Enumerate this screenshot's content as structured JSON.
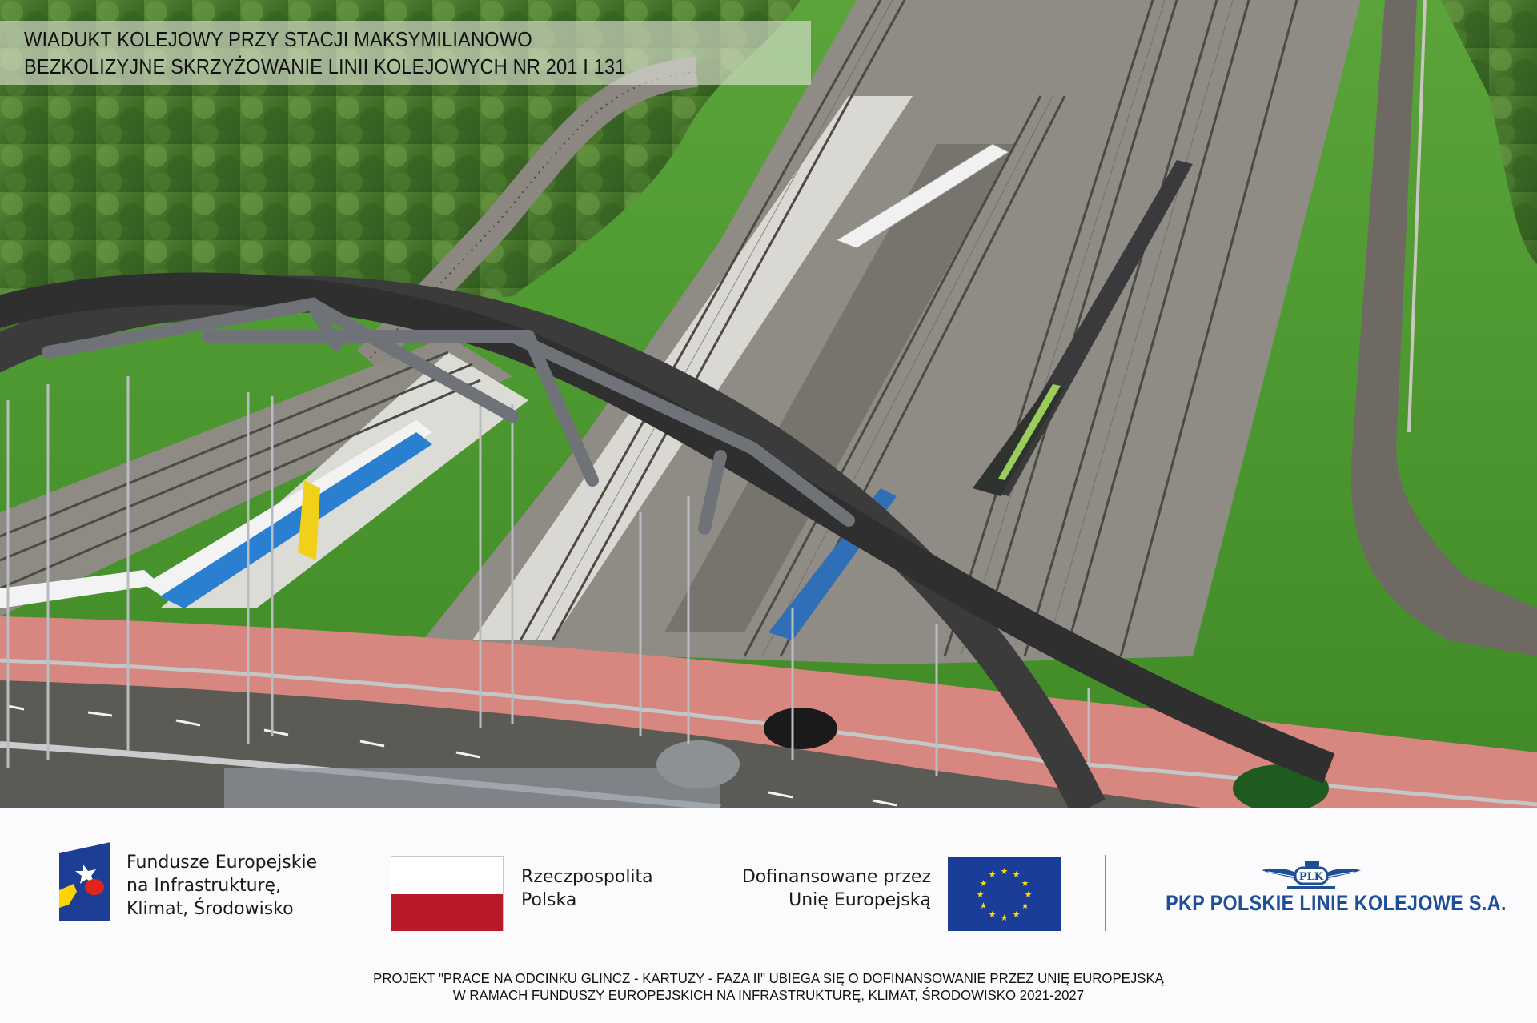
{
  "title": {
    "line1": "WIADUKT KOLEJOWY PRZY STACJI MAKSYMILIANOWO",
    "line2": "BEZKOLIZYJNE SKRZYŻOWANIE LINII KOLEJOWYCH NR 201 I 131"
  },
  "scene": {
    "description": "Architectural visualization: tied-arch road viaduct with bicycle path over railway lines 201 and 131",
    "colors": {
      "grass": "#4f9a2f",
      "forest": "#4c7a2e",
      "track_bed": "#8e8a84",
      "bike_path": "#d98780",
      "road": "#5a5853",
      "arch": "#3a3a3a",
      "truss_pipes": "#6f7378"
    }
  },
  "footer": {
    "funds_logo": {
      "icon": "fundusze-europejskie-icon",
      "lines": [
        "Fundusze Europejskie",
        "na Infrastrukturę,",
        "Klimat, Środowisko"
      ]
    },
    "poland_logo": {
      "icon": "polish-flag-icon",
      "lines": [
        "Rzeczpospolita",
        "Polska"
      ]
    },
    "eu_logo": {
      "icon": "eu-flag-icon",
      "lines": [
        "Dofinansowane przez",
        "Unię Europejską"
      ]
    },
    "plk_logo": {
      "icon": "plk-winged-emblem-icon",
      "emblem_text": "PLK",
      "name": "PKP POLSKIE LINIE KOLEJOWE S.A."
    },
    "project_note": {
      "line1": "PROJEKT \"PRACE NA ODCINKU GLINCZ - KARTUZY - FAZA II\" UBIEGA SIĘ O DOFINANSOWANIE PRZEZ UNIĘ EUROPEJSKĄ",
      "line2": "W RAMACH FUNDUSZY EUROPEJSKICH NA INFRASTRUKTURĘ, KLIMAT, ŚRODOWISKO 2021-2027"
    },
    "colors": {
      "eu_blue": "#1a3d9a",
      "eu_star": "#ffdd00",
      "pl_red": "#b81a2a",
      "plk_blue": "#1d4f99"
    }
  }
}
